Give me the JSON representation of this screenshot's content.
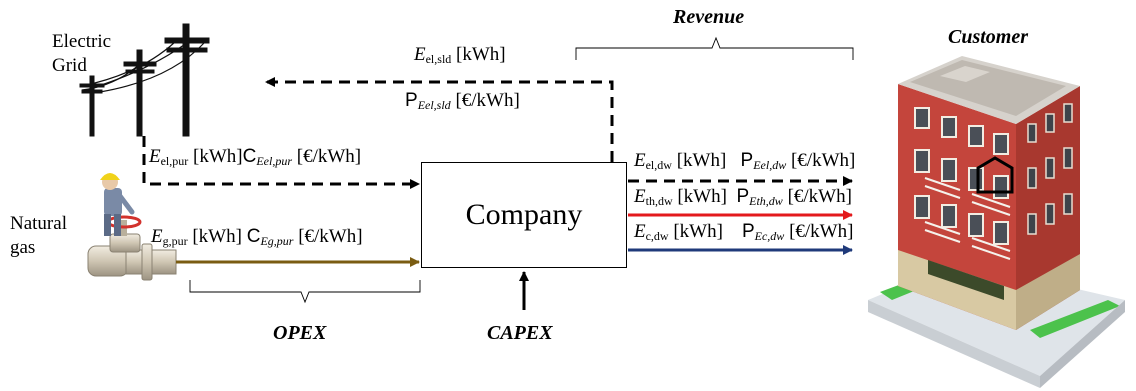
{
  "nodes": {
    "company": "Company",
    "customer": "Customer",
    "electric_grid": "Electric Grid",
    "natural_gas": "Natural gas"
  },
  "brackets": {
    "revenue": "Revenue",
    "opex": "OPEX",
    "capex": "CAPEX"
  },
  "flows": {
    "el_sld": {
      "e_sub": "el,sld",
      "unit": "[kWh]",
      "p_sub": "Eel,sld",
      "price_unit": "[€/kWh]",
      "line": "dashed",
      "direction": "to-grid"
    },
    "el_pur": {
      "e_sub": "el,pur",
      "unit": "[kWh]",
      "c_sub": "Eel,pur",
      "price_unit": "[€/kWh]",
      "line": "dashed",
      "direction": "to-company"
    },
    "g_pur": {
      "e_sub": "g,pur",
      "unit": "[kWh]",
      "c_sub": "Eg,pur",
      "price_unit": "[€/kWh]",
      "line": "solid",
      "direction": "to-company"
    },
    "el_dw": {
      "e_sub": "el,dw",
      "unit": "[kWh]",
      "p_sub": "Eel,dw",
      "price_unit": "[€/kWh]",
      "line": "dashed",
      "direction": "to-customer"
    },
    "th_dw": {
      "e_sub": "th,dw",
      "unit": "[kWh]",
      "p_sub": "Eth,dw",
      "price_unit": "[€/kWh]",
      "line": "solid",
      "direction": "to-customer"
    },
    "c_dw": {
      "e_sub": "c,dw",
      "unit": "[kWh]",
      "p_sub": "Ec,dw",
      "price_unit": "[€/kWh]",
      "line": "solid",
      "direction": "to-customer"
    }
  },
  "colors": {
    "electric": "#000000",
    "gas": "#7a5c12",
    "thermal": "#e31a1c",
    "cooling": "#1f3a7a",
    "building_wall": "#c4453c",
    "building_base": "#d8c9a3",
    "grass": "#4cc24c"
  },
  "icons": [
    "power-pole-icon",
    "gas-valve-worker-icon",
    "building-icon"
  ]
}
